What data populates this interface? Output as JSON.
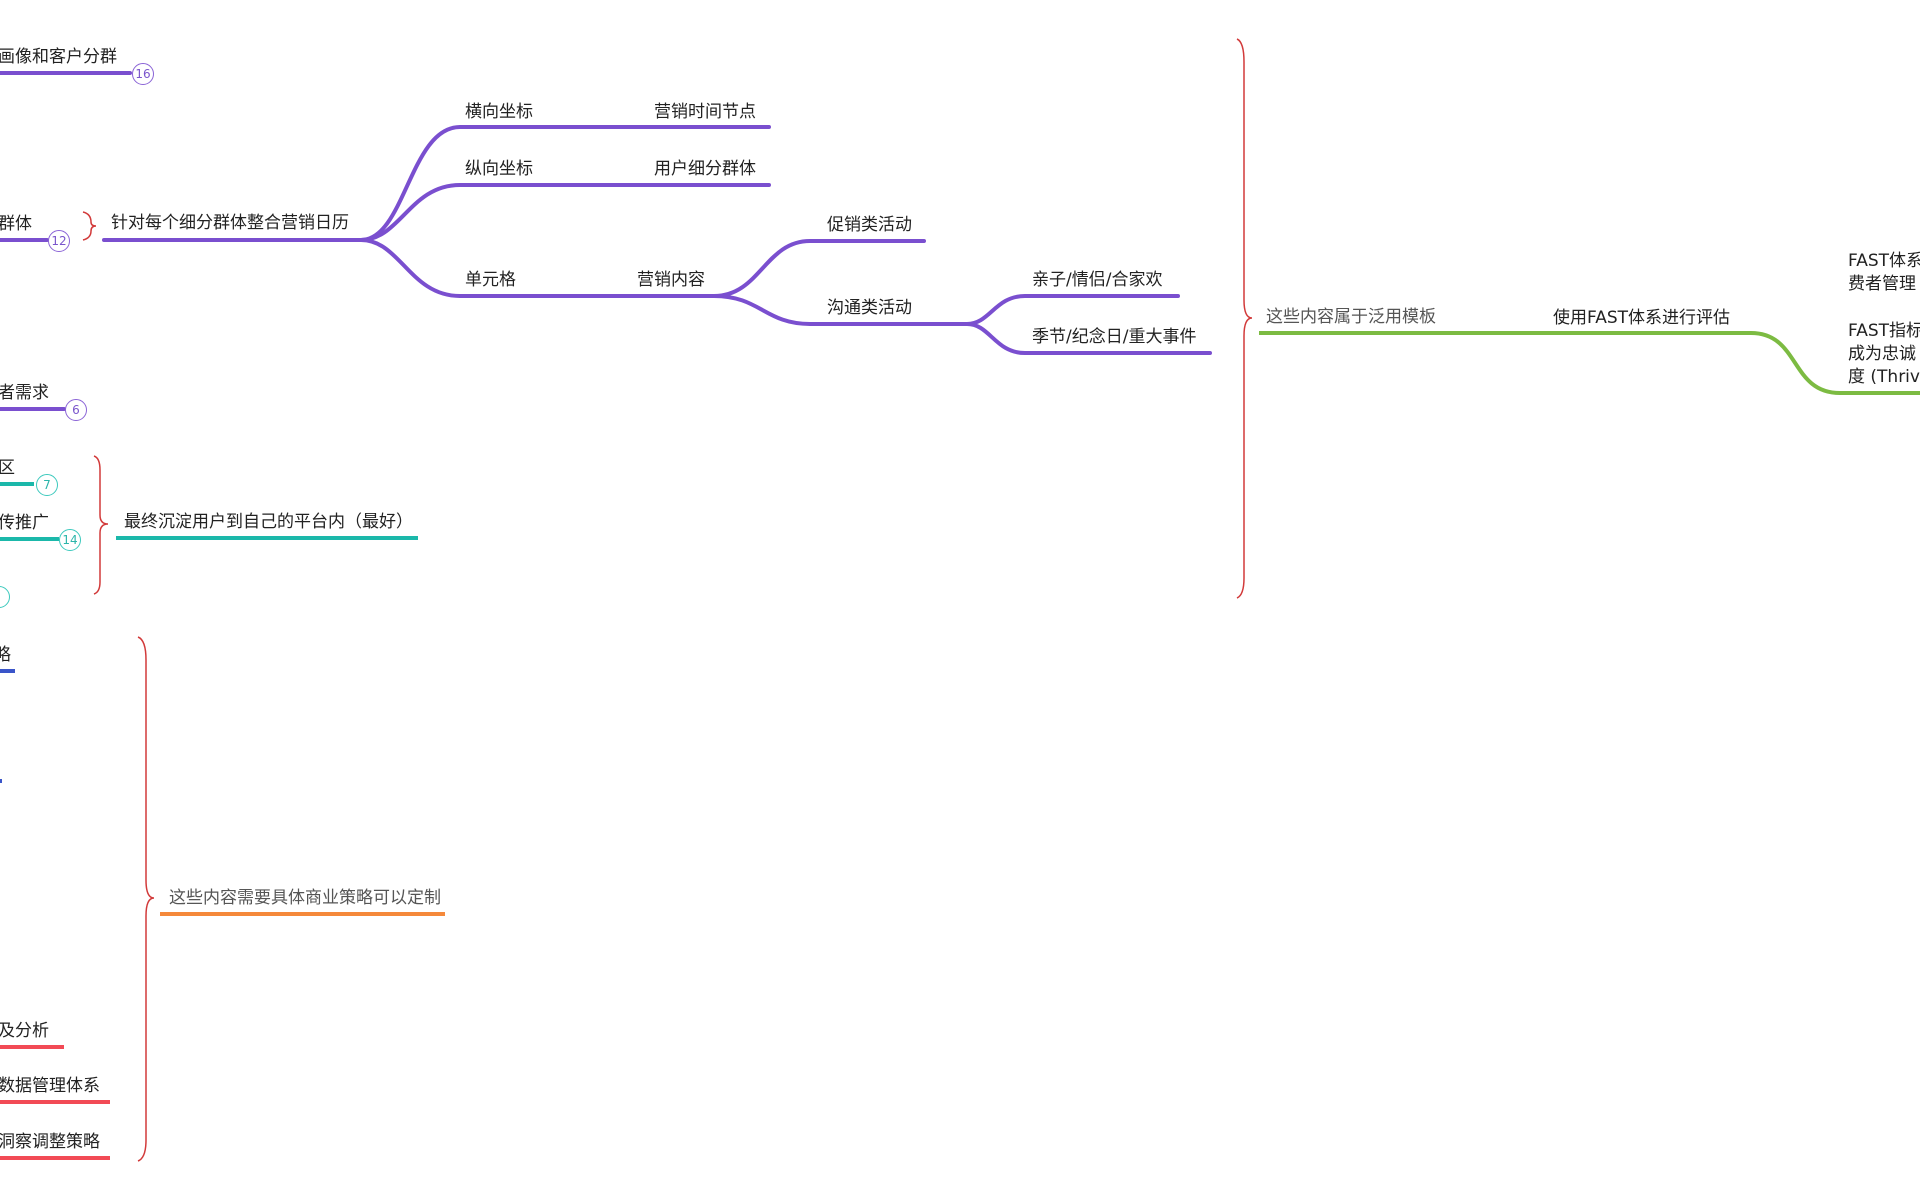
{
  "colors": {
    "purple": "#7a4fcf",
    "teal": "#1bb8aa",
    "green": "#7cbb42",
    "orange": "#f5893a",
    "red": "#f24a55",
    "blue": "#3a55c9",
    "brace": "#d23a3a"
  },
  "left_nodes": {
    "persona": {
      "label": "画像和客户分群",
      "badge": "16"
    },
    "segment": {
      "label": "群体",
      "badge": "12"
    },
    "needs": {
      "label": "者需求",
      "badge": "6"
    },
    "community": {
      "label": "区",
      "badge": "7"
    },
    "promotion": {
      "label": "传推广",
      "badge": "14"
    },
    "strategy": {
      "label": "略"
    },
    "analysis": {
      "label": "及分析"
    },
    "data_system": {
      "label": "数据管理体系"
    },
    "insight": {
      "label": "洞察调整策略"
    }
  },
  "calendar": {
    "root": "针对每个细分群体整合营销日历",
    "horizontal": {
      "label": "横向坐标",
      "value": "营销时间节点"
    },
    "vertical": {
      "label": "纵向坐标",
      "value": "用户细分群体"
    },
    "cell": {
      "label": "单元格",
      "value": "营销内容"
    },
    "promo": "促销类活动",
    "comm": "沟通类活动",
    "comm_children": [
      "亲子/情侣/合家欢",
      "季节/纪念日/重大事件"
    ]
  },
  "summaries": {
    "generic": "这些内容属于泛用模板",
    "fast": "使用FAST体系进行评估",
    "fast_desc1": [
      "FAST体系",
      "费者管理"
    ],
    "fast_desc2": [
      "FAST指标",
      "成为忠诚",
      "度 (Thrivi"
    ],
    "own_platform": "最终沉淀用户到自己的平台内（最好）",
    "custom": "这些内容需要具体商业策略可以定制"
  }
}
